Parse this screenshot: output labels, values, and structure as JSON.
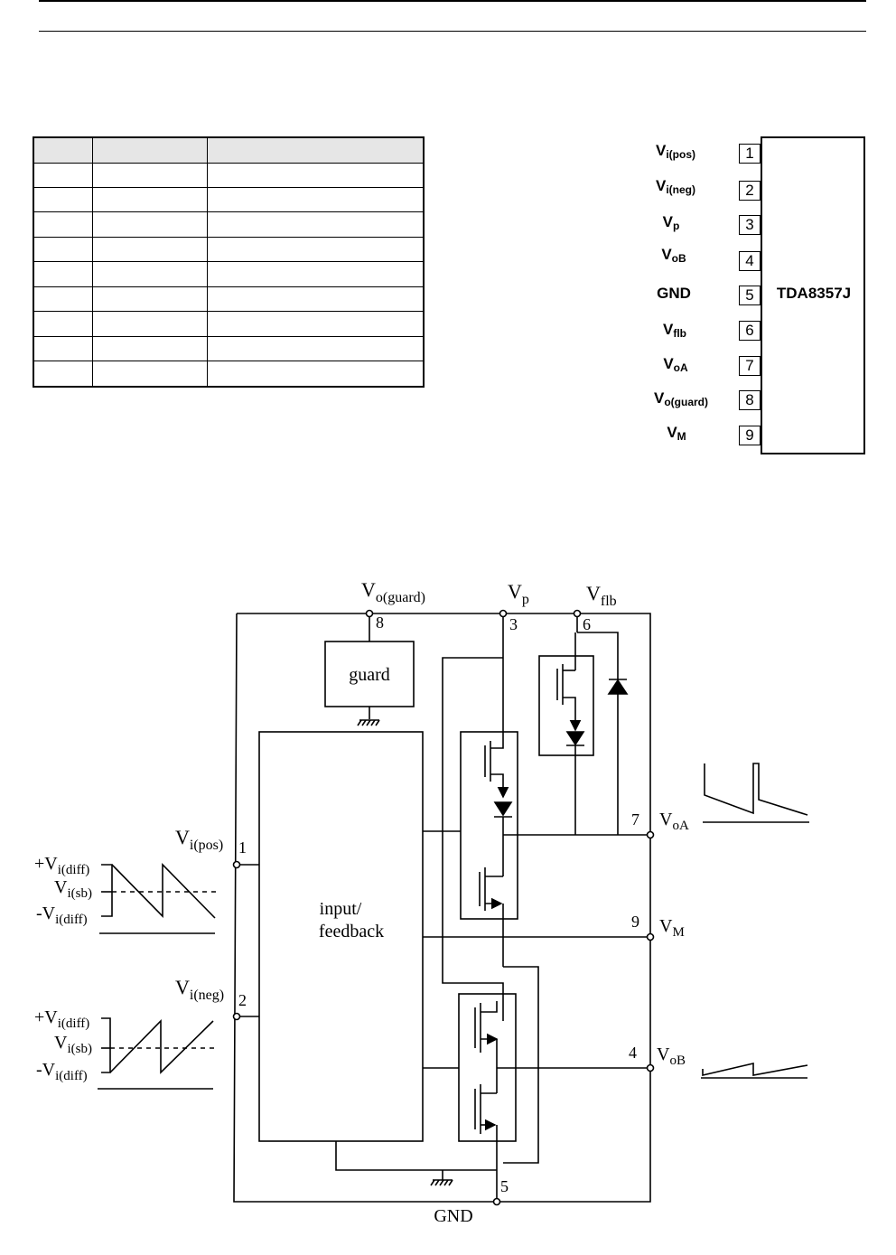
{
  "pinout": {
    "chip_name": "TDA8357J",
    "pins": [
      {
        "number": "1",
        "label_main": "V",
        "label_sub": "i(pos)"
      },
      {
        "number": "2",
        "label_main": "V",
        "label_sub": "i(neg)"
      },
      {
        "number": "3",
        "label_main": "V",
        "label_sub": "p"
      },
      {
        "number": "4",
        "label_main": "V",
        "label_sub": "oB"
      },
      {
        "number": "5",
        "label_main": "GND",
        "label_sub": ""
      },
      {
        "number": "6",
        "label_main": "V",
        "label_sub": "flb"
      },
      {
        "number": "7",
        "label_main": "V",
        "label_sub": "oA"
      },
      {
        "number": "8",
        "label_main": "V",
        "label_sub": "o(guard)"
      },
      {
        "number": "9",
        "label_main": "V",
        "label_sub": "M"
      }
    ]
  },
  "schematic": {
    "top_labels": {
      "vo_guard_main": "V",
      "vo_guard_sub": "o(guard)",
      "vp_main": "V",
      "vp_sub": "p",
      "vflb_main": "V",
      "vflb_sub": "flb"
    },
    "pin_numbers": {
      "p8": "8",
      "p3": "3",
      "p6": "6",
      "p7": "7",
      "p9": "9",
      "p4": "4",
      "p1": "1",
      "p2": "2",
      "p5": "5"
    },
    "blocks": {
      "guard": "guard",
      "input_line1": "input/",
      "input_line2": "feedback"
    },
    "outputs": {
      "voa_main": "V",
      "voa_sub": "oA",
      "vm_main": "V",
      "vm_sub": "M",
      "vob_main": "V",
      "vob_sub": "oB"
    },
    "inputs": {
      "vipos_main": "V",
      "vipos_sub": "i(pos)",
      "vineg_main": "V",
      "vineg_sub": "i(neg)",
      "plus_diff_main": "+V",
      "plus_diff_sub": "i(diff)",
      "sb_main": "V",
      "sb_sub": "i(sb)",
      "minus_diff_main": "-V",
      "minus_diff_sub": "i(diff)"
    },
    "gnd_label": "GND"
  }
}
